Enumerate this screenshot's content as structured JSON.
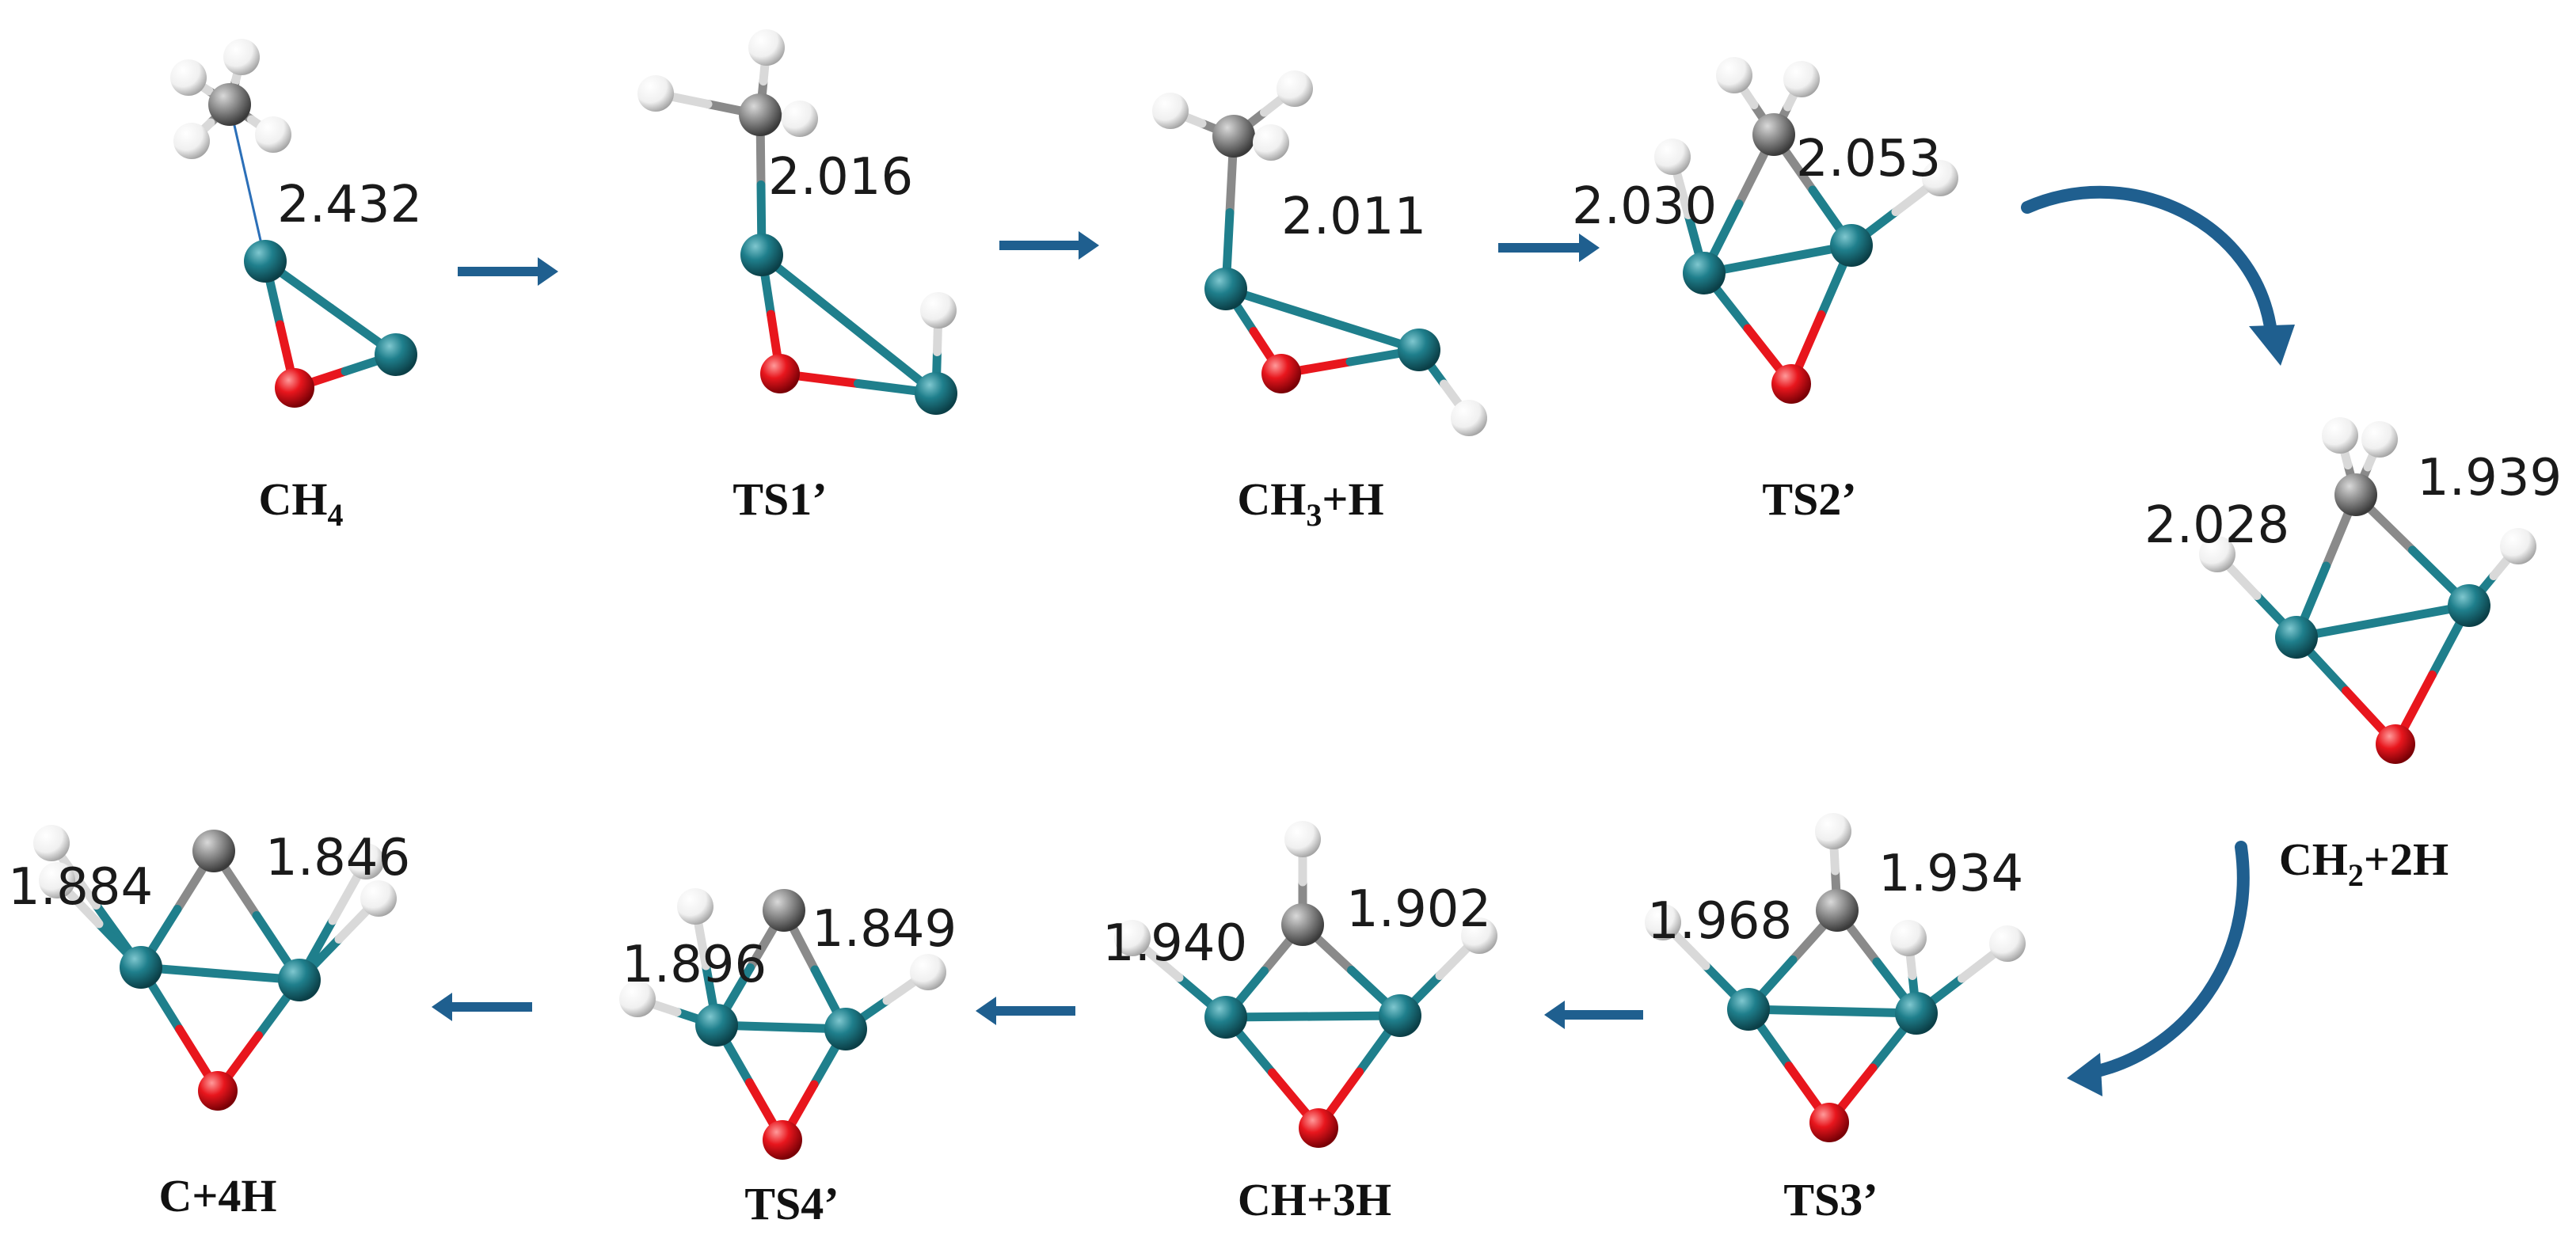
{
  "colors": {
    "metal": "#1f7f8c",
    "oxygen": "#e8161d",
    "carbon": "#8a8a8a",
    "hydrogen": "#f4f4f4",
    "arrow": "#1f5f8f",
    "text": "#1a1a1a"
  },
  "steps": [
    {
      "label": "CH",
      "sub": "4",
      "suffix": "",
      "distances": [
        "2.432"
      ]
    },
    {
      "label": "TS1’",
      "sub": "",
      "suffix": "",
      "distances": [
        "2.016"
      ]
    },
    {
      "label": "CH",
      "sub": "3",
      "suffix": "+H",
      "distances": [
        "2.011"
      ]
    },
    {
      "label": "TS2’",
      "sub": "",
      "suffix": "",
      "distances": [
        "2.030",
        "2.053"
      ]
    },
    {
      "label": "CH",
      "sub": "2",
      "suffix": "+2H",
      "distances": [
        "2.028",
        "1.939"
      ]
    },
    {
      "label": "TS3’",
      "sub": "",
      "suffix": "",
      "distances": [
        "1.968",
        "1.934"
      ]
    },
    {
      "label": "CH+3H",
      "sub": "",
      "suffix": "",
      "distances": [
        "1.940",
        "1.902"
      ]
    },
    {
      "label": "TS4’",
      "sub": "",
      "suffix": "",
      "distances": [
        "1.896",
        "1.849"
      ]
    },
    {
      "label": "C+4H",
      "sub": "",
      "suffix": "",
      "distances": [
        "1.884",
        "1.846"
      ]
    }
  ]
}
